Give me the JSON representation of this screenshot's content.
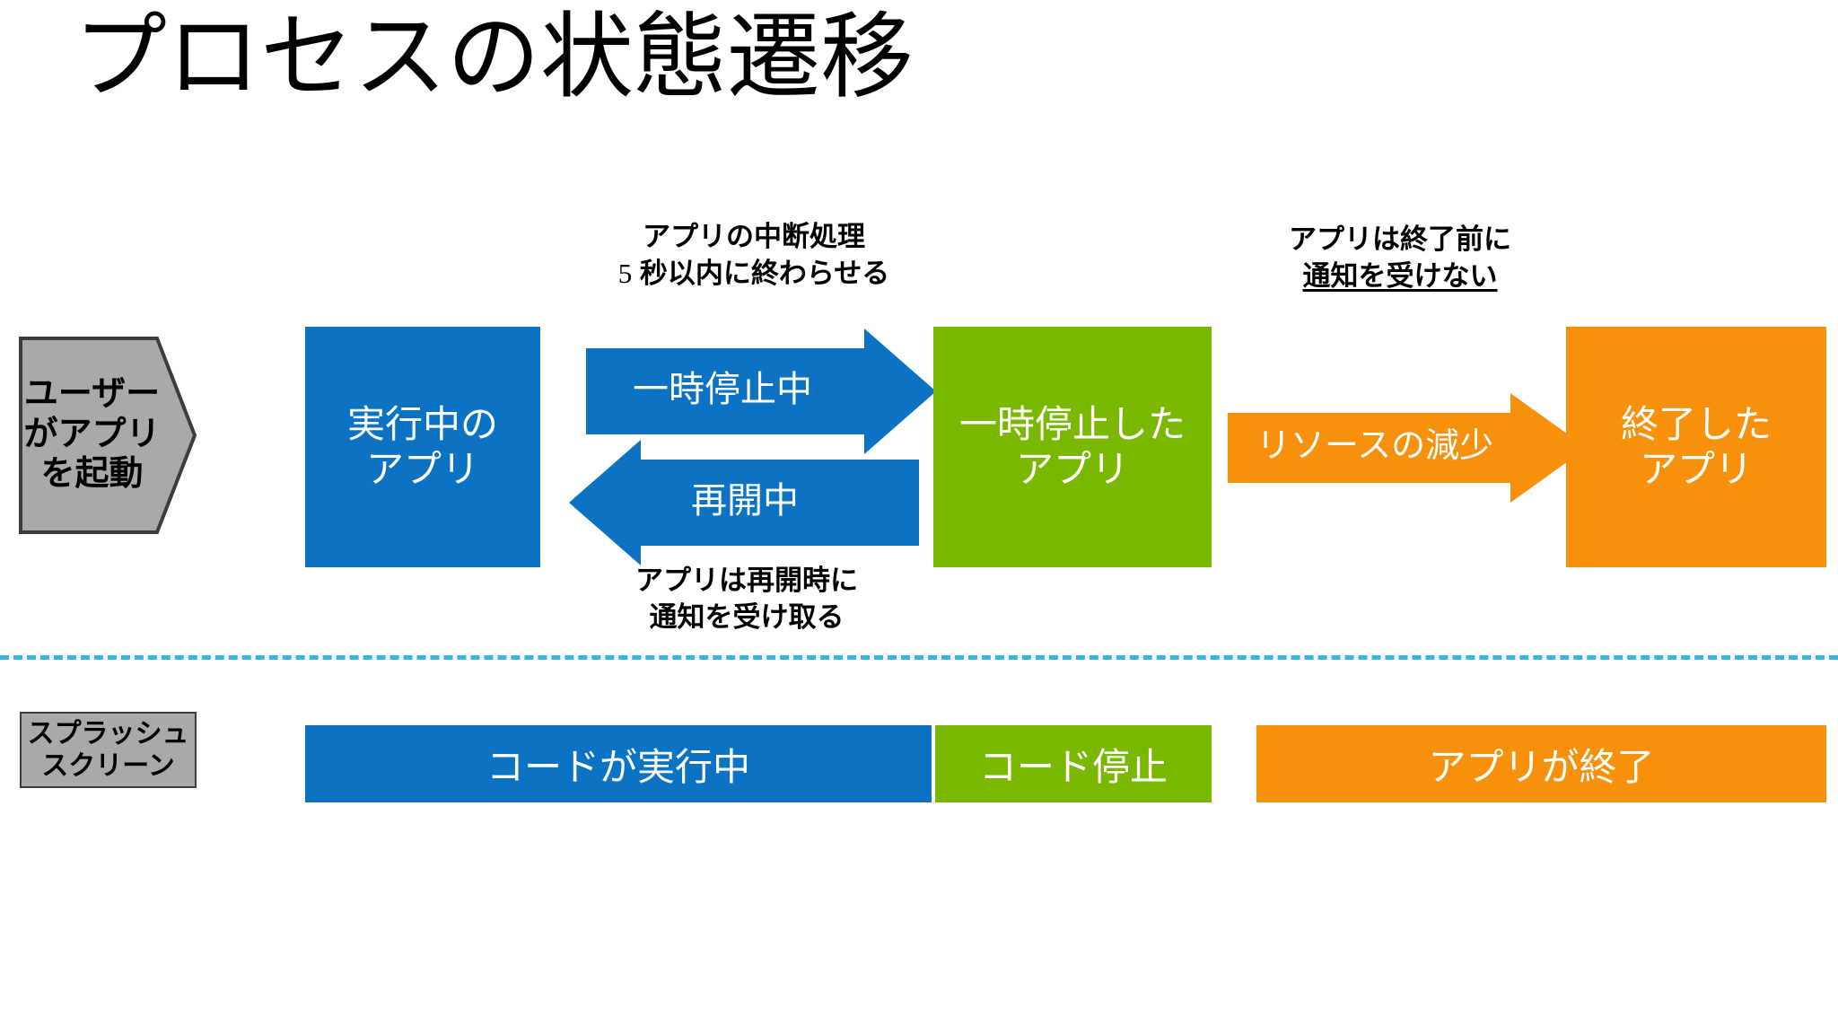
{
  "slide": {
    "title": "プロセスの状態遷移",
    "background": "#ffffff"
  },
  "colors": {
    "blue": "#0b72c4",
    "green": "#7ab800",
    "orange": "#f7900a",
    "gray": "#a9a9a9",
    "gray_border": "#3c3c3c",
    "divider": "#36b4e2",
    "text_on_fill": "#ffffff",
    "text_dark": "#000000"
  },
  "entry_tag": {
    "line1": "ユーザー",
    "line2": "がアプリ",
    "line3": "を起動"
  },
  "states": [
    {
      "id": "running",
      "line1": "実行中の",
      "line2": "アプリ",
      "color": "#0b72c4"
    },
    {
      "id": "suspended",
      "line1": "一時停止した",
      "line2": "アプリ",
      "color": "#7ab800"
    },
    {
      "id": "terminated",
      "line1": "終了した",
      "line2": "アプリ",
      "color": "#f7900a"
    }
  ],
  "transitions": [
    {
      "id": "suspending",
      "label": "一時停止中",
      "direction": "right",
      "color": "#0b72c4"
    },
    {
      "id": "resuming",
      "label": "再開中",
      "direction": "left",
      "color": "#0b72c4"
    },
    {
      "id": "reclaim",
      "label": "リソースの減少",
      "direction": "right",
      "color": "#f7900a"
    }
  ],
  "captions": {
    "suspend_note": {
      "line1": "アプリの中断処理",
      "line2_num": "5",
      "line2_rest": "秒以内に終わらせる"
    },
    "terminate_note": {
      "line1": "アプリは終了前に",
      "line2": "通知を受けない",
      "line2_underlined": true
    },
    "resume_note": {
      "line1": "アプリは再開時に",
      "line2": "通知を受け取る",
      "line2_underlined": false
    }
  },
  "splash_tag": {
    "line1": "スプラッシュ",
    "line2": "スクリーン"
  },
  "phase_bars": [
    {
      "id": "code-running",
      "label": "コードが実行中",
      "color": "#0b72c4"
    },
    {
      "id": "code-stopped",
      "label": "コード停止",
      "color": "#7ab800"
    },
    {
      "id": "app-ended",
      "label": "アプリが終了",
      "color": "#f7900a"
    }
  ]
}
